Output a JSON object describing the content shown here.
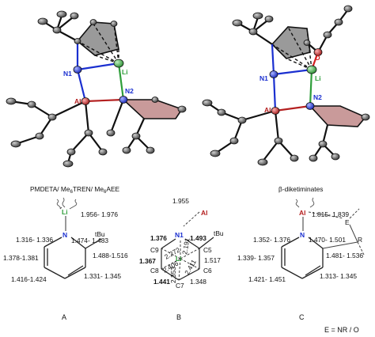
{
  "top": {
    "left_labels": {
      "li": "Li",
      "n1": "N1",
      "al": "Al",
      "n2": "N2"
    },
    "right_labels": {
      "o": "O",
      "li": "Li",
      "n1": "N1",
      "al": "Al",
      "n2": "N2"
    }
  },
  "panel_a": {
    "header": "PMDETA/ Me6TREN/ Me6AEE",
    "li": "Li",
    "n": "N",
    "tbu": "tBu",
    "bonds": {
      "li_n": "1.956- 1.976",
      "n_c2": "1.474- 1.483",
      "n_c6": "1.316- 1.336",
      "c2_c3": "1.488-1.516",
      "c5_c6": "1.378-1.381",
      "c4_c5": "1.416-1.424",
      "c3_c4": "1.331- 1.345"
    },
    "label": "A"
  },
  "panel_b": {
    "li_n": "1.955",
    "al": "Al",
    "n1": "N1",
    "li": "Li",
    "tbu": "tBu",
    "c9": "C9",
    "c5": "C5",
    "c8": "C8",
    "c6": "C6",
    "c7": "C7",
    "n1_c9": "1.376",
    "n1_c5": "1.493",
    "c9_c8": "1.367",
    "c5_c6": "1.517",
    "c8_c7": "1.441",
    "c7_c6": "1.348",
    "li_c9": "2.272",
    "li_n1": "2.191",
    "li_c8": "2.406",
    "li_c5": "2.411",
    "li_c7": "2.353",
    "label": "B"
  },
  "panel_c": {
    "header": "β-diketiminates",
    "al": "Al",
    "n": "N",
    "e": "E",
    "r": "R",
    "bonds": {
      "al_n": "1.815- 1.839",
      "n_c2": "1.470- 1.501",
      "n_c6": "1.352- 1.376",
      "c2_c3": "1.481- 1.536",
      "c5_c6": "1.339- 1.357",
      "c4_c5": "1.421- 1.451",
      "c3_c4": "1.313- 1.345"
    },
    "label": "C",
    "footnote": "E = NR / O"
  },
  "colors": {
    "li": "#2e9e3a",
    "n": "#1a2fd0",
    "al": "#b42020",
    "o": "#d42020",
    "red_value": "#c62828",
    "blue_value": "#1f3f9a",
    "ring_fill": "#c99a9a"
  }
}
